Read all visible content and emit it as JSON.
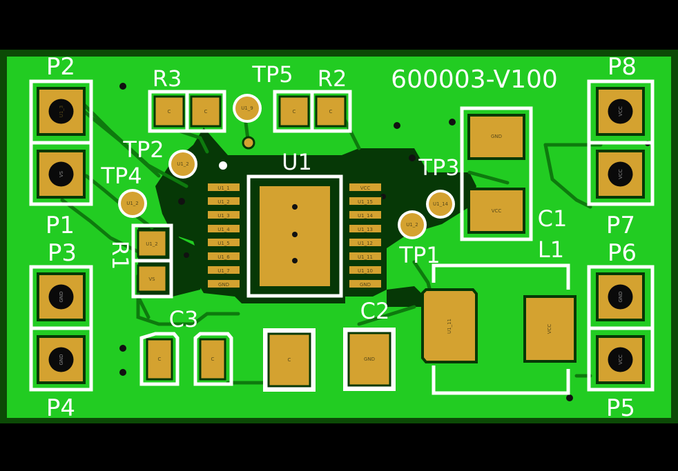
{
  "board": {
    "part_number": "600003-V100",
    "colors": {
      "background": "#000000",
      "board_edge": "#0c4a06",
      "copper_pour": "#22cc22",
      "trace_area": "#063806",
      "pad": "#d4a230",
      "silkscreen": "#ffffff"
    }
  },
  "labels": {
    "p1": "P1",
    "p2": "P2",
    "p3": "P3",
    "p4": "P4",
    "p5": "P5",
    "p6": "P6",
    "p7": "P7",
    "p8": "P8",
    "r1": "R1",
    "r2": "R2",
    "r3": "R3",
    "tp1": "TP1",
    "tp2": "TP2",
    "tp3": "TP3",
    "tp4": "TP4",
    "tp5": "TP5",
    "u1": "U1",
    "c1": "C1",
    "c2": "C2",
    "c3": "C3",
    "l1": "L1"
  },
  "pad_nets": {
    "p2": "U1_3",
    "p1": "VS",
    "p3": "GND",
    "p4": "GND",
    "p8": "VCC",
    "p7": "VCC",
    "p6": "GND",
    "p5": "VCC",
    "r3a": "C",
    "r3b": "C",
    "r2a": "C",
    "r2b": "C",
    "tp5": "U1_9",
    "tp2": "U1_2",
    "tp4": "U1_2",
    "tp3": "U1_14",
    "tp1": "U1_2",
    "r1a": "U1_2",
    "r1b": "VS",
    "c1a": "GND",
    "c1b": "VCC",
    "l1a": "U1_11",
    "l1b": "VCC",
    "c3a": "C",
    "c3b": "C",
    "c2a": "GND",
    "c2b": "GND",
    "big": "C",
    "u1_left": [
      "U1_1",
      "U1_2",
      "U1_3",
      "U1_4",
      "U1_5",
      "U1_6",
      "U1_7",
      "GND"
    ],
    "u1_right": [
      "VCC",
      "U1_15",
      "U1_14",
      "U1_13",
      "U1_12",
      "U1_11",
      "U1_10",
      "GND"
    ]
  }
}
